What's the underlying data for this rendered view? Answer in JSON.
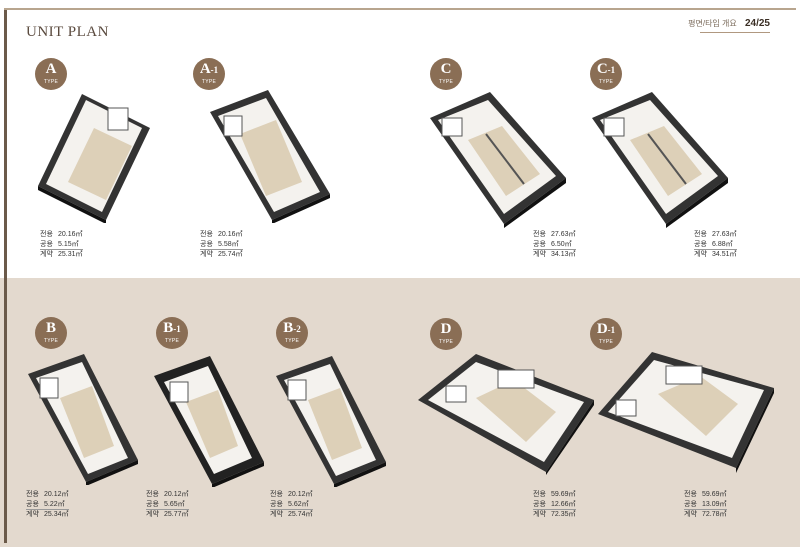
{
  "header": {
    "title": "UNIT PLAN",
    "subtitle": "평면/타입 개요",
    "page": "24/25"
  },
  "badge_type_word": "TYPE",
  "units": [
    {
      "id": "a",
      "letter": "A",
      "sub": "",
      "rows": [
        {
          "k": "전용",
          "v": "20.16㎡"
        },
        {
          "k": "공용",
          "v": "5.15㎡"
        },
        {
          "k": "계약",
          "v": "25.31㎡"
        }
      ]
    },
    {
      "id": "a1",
      "letter": "A",
      "sub": "-1",
      "rows": [
        {
          "k": "전용",
          "v": "20.16㎡"
        },
        {
          "k": "공용",
          "v": "5.58㎡"
        },
        {
          "k": "계약",
          "v": "25.74㎡"
        }
      ]
    },
    {
      "id": "c",
      "letter": "C",
      "sub": "",
      "rows": [
        {
          "k": "전용",
          "v": "27.63㎡"
        },
        {
          "k": "공용",
          "v": "6.50㎡"
        },
        {
          "k": "계약",
          "v": "34.13㎡"
        }
      ]
    },
    {
      "id": "c1",
      "letter": "C",
      "sub": "-1",
      "rows": [
        {
          "k": "전용",
          "v": "27.63㎡"
        },
        {
          "k": "공용",
          "v": "6.88㎡"
        },
        {
          "k": "계약",
          "v": "34.51㎡"
        }
      ]
    },
    {
      "id": "b",
      "letter": "B",
      "sub": "",
      "rows": [
        {
          "k": "전용",
          "v": "20.12㎡"
        },
        {
          "k": "공용",
          "v": "5.22㎡"
        },
        {
          "k": "계약",
          "v": "25.34㎡"
        }
      ]
    },
    {
      "id": "b1",
      "letter": "B",
      "sub": "-1",
      "rows": [
        {
          "k": "전용",
          "v": "20.12㎡"
        },
        {
          "k": "공용",
          "v": "5.65㎡"
        },
        {
          "k": "계약",
          "v": "25.77㎡"
        }
      ]
    },
    {
      "id": "b2",
      "letter": "B",
      "sub": "-2",
      "rows": [
        {
          "k": "전용",
          "v": "20.12㎡"
        },
        {
          "k": "공용",
          "v": "5.62㎡"
        },
        {
          "k": "계약",
          "v": "25.74㎡"
        }
      ]
    },
    {
      "id": "d",
      "letter": "D",
      "sub": "",
      "rows": [
        {
          "k": "전용",
          "v": "59.69㎡"
        },
        {
          "k": "공용",
          "v": "12.66㎡"
        },
        {
          "k": "계약",
          "v": "72.35㎡"
        }
      ]
    },
    {
      "id": "d1",
      "letter": "D",
      "sub": "-1",
      "rows": [
        {
          "k": "전용",
          "v": "59.69㎡"
        },
        {
          "k": "공용",
          "v": "13.09㎡"
        },
        {
          "k": "계약",
          "v": "72.78㎡"
        }
      ]
    }
  ]
}
